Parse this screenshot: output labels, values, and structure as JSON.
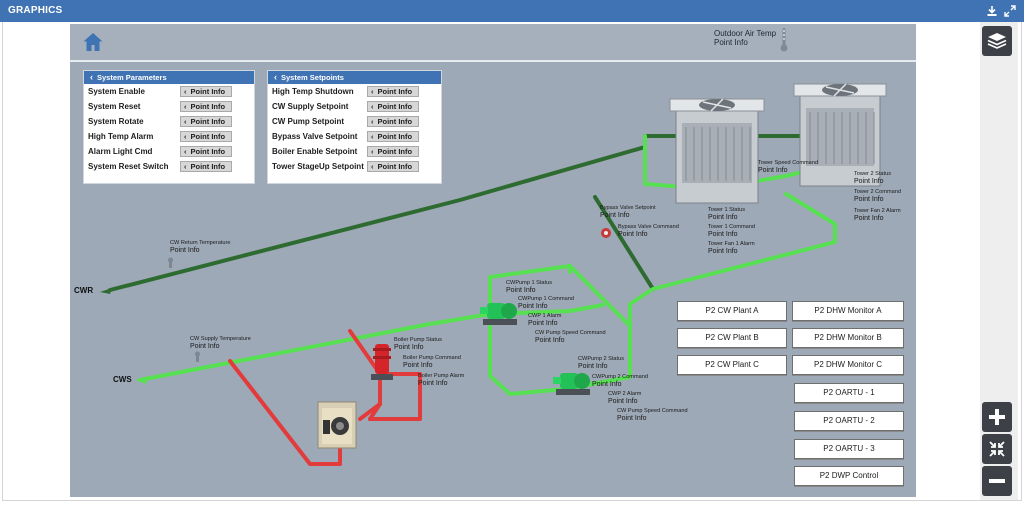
{
  "window": {
    "title": "GRAPHICS"
  },
  "topbar": {
    "oat_label": "Outdoor Air Temp",
    "oat_value": "Point Info"
  },
  "panels": {
    "params": {
      "title": "System Parameters",
      "rows": [
        {
          "label": "System Enable",
          "btn": "Point Info"
        },
        {
          "label": "System Reset",
          "btn": "Point Info"
        },
        {
          "label": "System Rotate",
          "btn": "Point Info"
        },
        {
          "label": "High Temp Alarm",
          "btn": "Point Info"
        },
        {
          "label": "Alarm Light Cmd",
          "btn": "Point Info"
        },
        {
          "label": "System Reset Switch",
          "btn": "Point Info"
        }
      ]
    },
    "setpoints": {
      "title": "System Setpoints",
      "rows": [
        {
          "label": "High Temp Shutdown",
          "btn": "Point Info"
        },
        {
          "label": "CW Supply Setpoint",
          "btn": "Point Info"
        },
        {
          "label": "CW Pump Setpoint",
          "btn": "Point Info"
        },
        {
          "label": "Bypass Valve Setpoint",
          "btn": "Point Info"
        },
        {
          "label": "Boiler Enable Setpoint",
          "btn": "Point Info"
        },
        {
          "label": "Tower StageUp Setpoint",
          "btn": "Point Info"
        }
      ]
    }
  },
  "pipes": {
    "cwr": "CWR",
    "cws": "CWS"
  },
  "points": {
    "cw_return_temp": {
      "name": "CW Return Temperature",
      "value": "Point Info"
    },
    "cw_supply_temp": {
      "name": "CW Supply Temperature",
      "value": "Point Info"
    },
    "bypass_sp": {
      "name": "Bypass Valve Setpoint",
      "value": "Point Info"
    },
    "bypass_cmd": {
      "name": "Bypass Valve Command",
      "value": "Point Info"
    },
    "tower_speed": {
      "name": "Tower Speed Command",
      "value": "Point Info"
    },
    "tower1_status": {
      "name": "Tower 1 Status",
      "value": "Point Info"
    },
    "tower1_cmd": {
      "name": "Tower 1 Command",
      "value": "Point Info"
    },
    "tower1_fan_alarm": {
      "name": "Tower Fan 1 Alarm",
      "value": "Point Info"
    },
    "tower2_status": {
      "name": "Tower 2 Status",
      "value": "Point Info"
    },
    "tower2_cmd": {
      "name": "Tower 2 Command",
      "value": "Point Info"
    },
    "tower2_fan_alarm": {
      "name": "Tower Fan 2 Alarm",
      "value": "Point Info"
    },
    "cwp1_status": {
      "name": "CWPump 1 Status",
      "value": "Point Info"
    },
    "cwp1_cmd": {
      "name": "CWPump 1 Command",
      "value": "Point Info"
    },
    "cwp1_alarm": {
      "name": "CWP 1 Alarm",
      "value": "Point Info"
    },
    "cwp_speed_1": {
      "name": "CW Pump Speed Command",
      "value": "Point Info"
    },
    "cwp2_status": {
      "name": "CWPump 2 Status",
      "value": "Point Info"
    },
    "cwp2_cmd": {
      "name": "CWPump 2 Command",
      "value": "Point Info"
    },
    "cwp2_alarm": {
      "name": "CWP 2 Alarm",
      "value": "Point Info"
    },
    "cwp_speed_2": {
      "name": "CW Pump Speed Command",
      "value": "Point Info"
    },
    "boiler_pump_status": {
      "name": "Boiler Pump Status",
      "value": "Point Info"
    },
    "boiler_pump_cmd": {
      "name": "Boiler Pump Command",
      "value": "Point Info"
    },
    "boiler_pump_alarm": {
      "name": "Boiler Pump Alarm",
      "value": "Point Info"
    }
  },
  "nav": {
    "cw_plant_a": "P2 CW Plant A",
    "cw_plant_b": "P2 CW Plant B",
    "cw_plant_c": "P2 CW Plant C",
    "dhw_a": "P2 DHW Monitor A",
    "dhw_b": "P2 DHW Monitor B",
    "dhw_c": "P2 DHW Monitor C",
    "oartu_1": "P2 OARTU - 1",
    "oartu_2": "P2 OARTU - 2",
    "oartu_3": "P2 OARTU - 3",
    "dwp": "P2 DWP Control"
  },
  "colors": {
    "header": "#3f73b3",
    "canvas": "#9da9b6",
    "supply_pipe": "#57e051",
    "return_pipe": "#2e6b31",
    "hot_pipe": "#e23b3b"
  },
  "icons": {
    "home": "home-icon",
    "download": "download-icon",
    "expand": "expand-icon",
    "layers": "layers-icon",
    "zoom_in": "plus-icon",
    "fit": "collapse-arrows-icon",
    "zoom_out": "minus-icon"
  }
}
